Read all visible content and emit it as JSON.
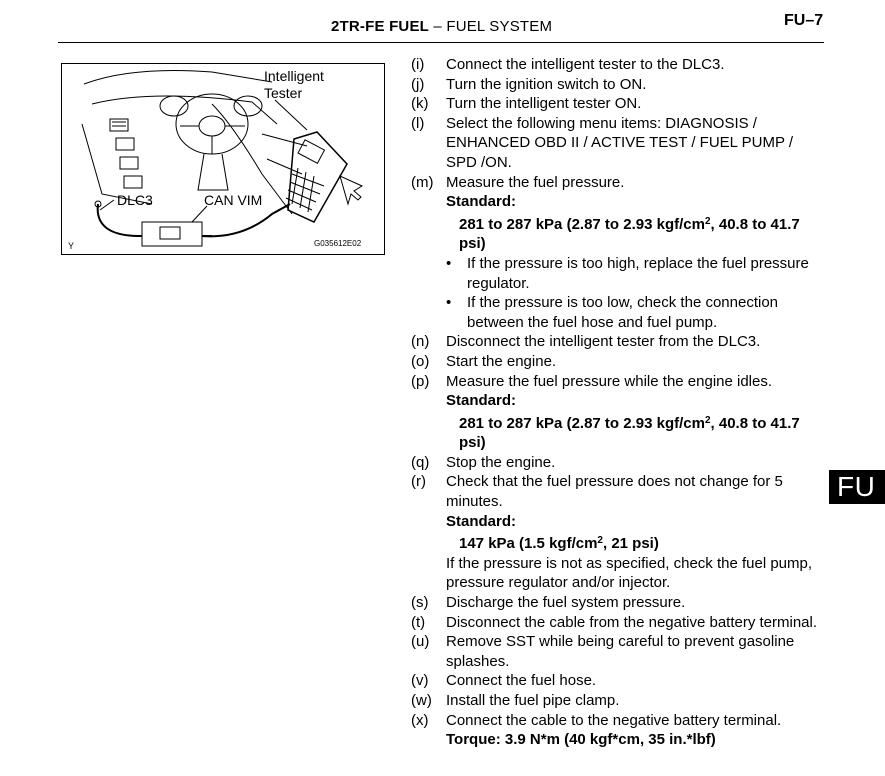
{
  "header": {
    "model": "2TR-FE FUEL",
    "dash": "–",
    "section": "FUEL SYSTEM",
    "page": "FU–7"
  },
  "figure": {
    "label_tester_1": "Intelligent",
    "label_tester_2": "Tester",
    "label_dlc3": "DLC3",
    "label_canvim": "CAN VIM",
    "corner_mark": "Y",
    "code": "G035612E02"
  },
  "side_tab": "FU",
  "steps": [
    {
      "marker": "(i)",
      "text": "Connect the intelligent tester to the DLC3."
    },
    {
      "marker": "(j)",
      "text": "Turn the ignition switch to ON."
    },
    {
      "marker": "(k)",
      "text": "Turn the intelligent tester ON."
    },
    {
      "marker": "(l)",
      "text": "Select the following menu items: DIAGNOSIS / ENHANCED OBD II / ACTIVE TEST / FUEL PUMP / SPD /ON."
    },
    {
      "marker": "(m)",
      "text": "Measure the fuel pressure.",
      "standard_label": "Standard:",
      "spec_a": "281 to 287 kPa (2.87 to 2.93 kgf/cm",
      "spec_sup": "2",
      "spec_b": ", 40.8 to 41.7 psi)",
      "bullets": [
        "If the pressure is too high, replace the fuel pressure regulator.",
        "If the pressure is too low, check the connection between the fuel hose and fuel pump."
      ]
    },
    {
      "marker": "(n)",
      "text": "Disconnect the intelligent tester from the DLC3."
    },
    {
      "marker": "(o)",
      "text": "Start the engine."
    },
    {
      "marker": "(p)",
      "text": "Measure the fuel pressure while the engine idles.",
      "standard_label": "Standard:",
      "spec_a": "281 to 287 kPa (2.87 to 2.93 kgf/cm",
      "spec_sup": "2",
      "spec_b": ", 40.8 to 41.7 psi)"
    },
    {
      "marker": "(q)",
      "text": "Stop the engine."
    },
    {
      "marker": "(r)",
      "text": "Check that the fuel pressure does not change for 5 minutes.",
      "standard_label": "Standard:",
      "spec_a": "147 kPa (1.5 kgf/cm",
      "spec_sup": "2",
      "spec_b": ", 21 psi)",
      "note": "If the pressure is not as specified, check the fuel pump, pressure regulator and/or injector."
    },
    {
      "marker": "(s)",
      "text": "Discharge the fuel system pressure."
    },
    {
      "marker": "(t)",
      "text": "Disconnect the cable from the negative battery terminal."
    },
    {
      "marker": "(u)",
      "text": "Remove SST while being careful to prevent gasoline splashes."
    },
    {
      "marker": "(v)",
      "text": "Connect the fuel hose."
    },
    {
      "marker": "(w)",
      "text": "Install the fuel pipe clamp."
    },
    {
      "marker": "(x)",
      "text": "Connect the cable to the negative battery terminal.",
      "torque": "Torque: 3.9 N*m (40 kgf*cm, 35 in.*lbf)"
    }
  ]
}
